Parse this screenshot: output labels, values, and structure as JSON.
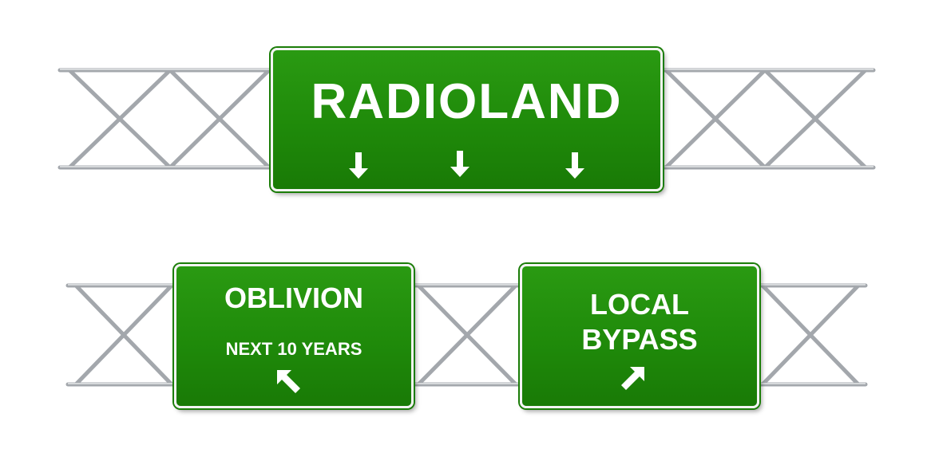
{
  "signs": {
    "main": {
      "title": "RADIOLAND",
      "arrows": [
        "down-arrow-icon",
        "down-arrow-icon",
        "down-arrow-icon"
      ]
    },
    "oblivion": {
      "title": "OBLIVION",
      "subtitle": "NEXT 10 YEARS",
      "arrow": "up-left-arrow-icon"
    },
    "bypass": {
      "line1": "LOCAL",
      "line2": "BYPASS",
      "arrow": "up-right-arrow-icon"
    }
  },
  "colors": {
    "sign_green": "#1f8a0a",
    "sign_border": "#f4f4f4",
    "truss_metal": "#9a9ea3"
  }
}
